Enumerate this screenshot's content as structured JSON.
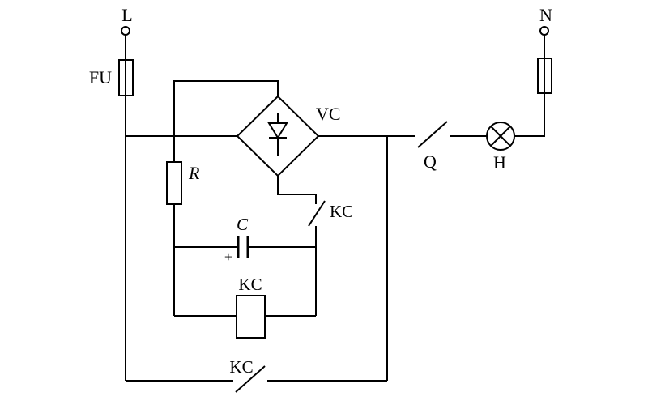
{
  "diagram": {
    "background_color": "#ffffff",
    "line_color": "#000000",
    "labels": {
      "line_terminal": "L",
      "neutral_terminal": "N",
      "fuse": "FU",
      "bridge_rectifier": "VC",
      "resistor": "R",
      "capacitor": "C",
      "capacitor_polarity": "+",
      "contact_mid": "KC",
      "coil": "KC",
      "contact_bottom": "KC",
      "switch": "Q",
      "lamp": "H"
    }
  }
}
